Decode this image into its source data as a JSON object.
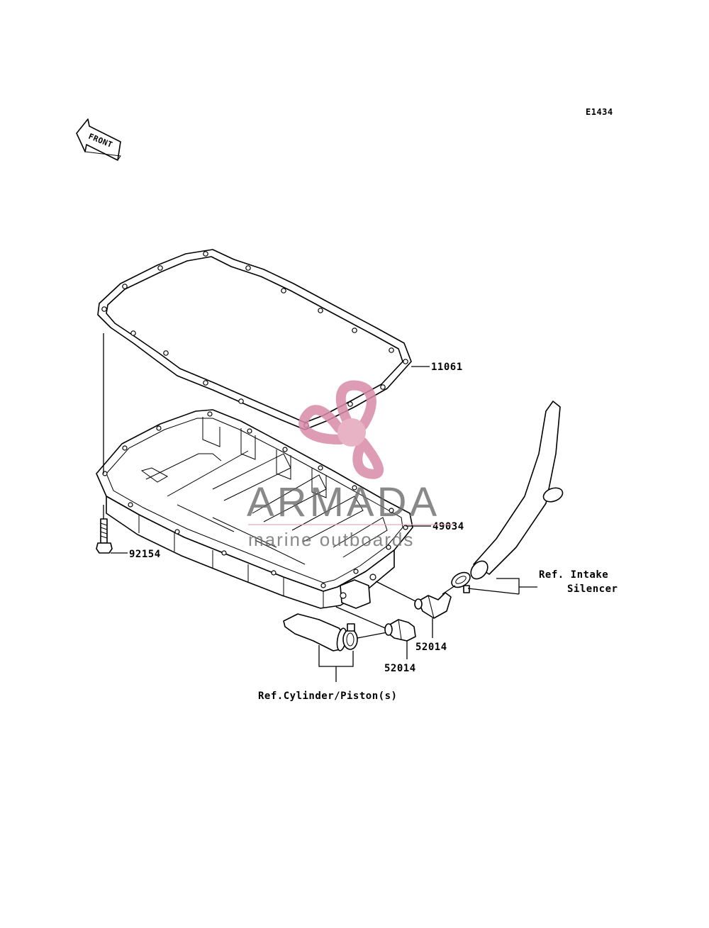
{
  "diagram_code": "E1434",
  "front_arrow_label": "FRONT",
  "parts": {
    "gasket": "11061",
    "oil_pan": "49034",
    "bolt": "92154",
    "fitting_upper": "52014",
    "fitting_lower": "52014"
  },
  "references": {
    "intake_line1": "Ref. Intake",
    "intake_line2": "Silencer",
    "cylinder": "Ref.Cylinder/Piston(s)"
  },
  "watermark": {
    "brand": "ARMADA",
    "tagline": "marine outboards",
    "colors": {
      "logo": "#d98aa8",
      "text": "#6b6b6b"
    }
  }
}
